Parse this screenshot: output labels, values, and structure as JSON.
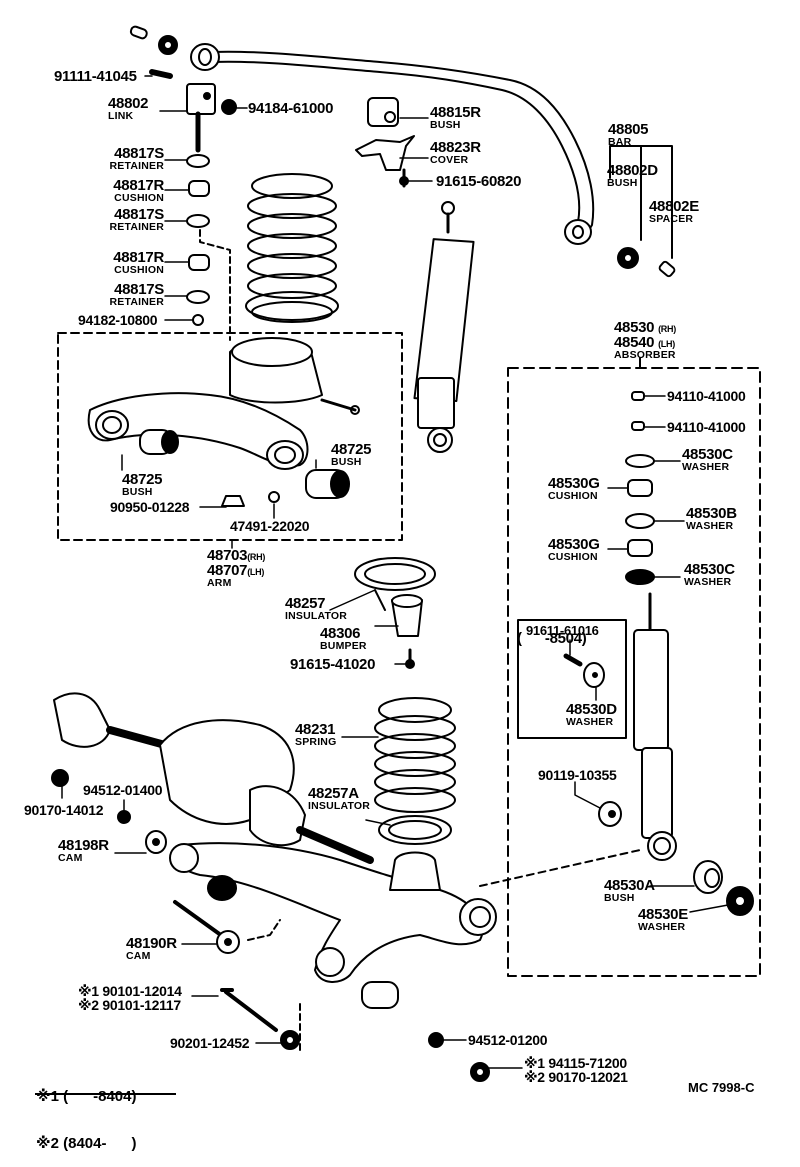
{
  "diagram": {
    "type": "exploded-parts-diagram",
    "subject": "Front suspension / stabilizer / shock absorber",
    "drawing_code": "MC 7998-C",
    "footnotes": [
      {
        "mark": "※1",
        "range": "(      -8404)"
      },
      {
        "mark": "※2",
        "range": "(8404-      )"
      }
    ],
    "labels": {
      "p91111_41045": {
        "part": "91111-41045"
      },
      "p48802": {
        "part": "48802",
        "name": "LINK"
      },
      "p94184_61000": {
        "part": "94184-61000"
      },
      "p48817S_a": {
        "part": "48817S",
        "name": "RETAINER"
      },
      "p48817R_a": {
        "part": "48817R",
        "name": "CUSHION"
      },
      "p48817S_b": {
        "part": "48817S",
        "name": "RETAINER"
      },
      "p48817R_b": {
        "part": "48817R",
        "name": "CUSHION"
      },
      "p48817S_c": {
        "part": "48817S",
        "name": "RETAINER"
      },
      "p94182_10800": {
        "part": "94182-10800"
      },
      "p48815R": {
        "part": "48815R",
        "name": "BUSH"
      },
      "p48823R": {
        "part": "48823R",
        "name": "COVER"
      },
      "p91615_60820": {
        "part": "91615-60820"
      },
      "p48805": {
        "part": "48805",
        "name": "BAR"
      },
      "p48802D": {
        "part": "48802D",
        "name": "BUSH"
      },
      "p48802E": {
        "part": "48802E",
        "name": "SPACER"
      },
      "p48530": {
        "part_rh": "48530",
        "suffix_rh": "(RH)",
        "part_lh": "48540",
        "suffix_lh": "(LH)",
        "name": "ABSORBER"
      },
      "p94110_41000_a": {
        "part": "94110-41000"
      },
      "p94110_41000_b": {
        "part": "94110-41000"
      },
      "p48530C_a": {
        "part": "48530C",
        "name": "WASHER"
      },
      "p48530G_a": {
        "part": "48530G",
        "name": "CUSHION"
      },
      "p48530B": {
        "part": "48530B",
        "name": "WASHER"
      },
      "p48530G_b": {
        "part": "48530G",
        "name": "CUSHION"
      },
      "p48530C_b": {
        "part": "48530C",
        "name": "WASHER"
      },
      "p8504": {
        "range": "(      -8504)"
      },
      "p91611_61016": {
        "part": "91611-61016"
      },
      "p48530D": {
        "part": "48530D",
        "name": "WASHER"
      },
      "p90119_10355": {
        "part": "90119-10355"
      },
      "p48530A": {
        "part": "48530A",
        "name": "BUSH"
      },
      "p48530E": {
        "part": "48530E",
        "name": "WASHER"
      },
      "p48725_a": {
        "part": "48725",
        "name": "BUSH"
      },
      "p48725_b": {
        "part": "48725",
        "name": "BUSH"
      },
      "p90950_01228": {
        "part": "90950-01228"
      },
      "p47491_22020": {
        "part": "47491-22020"
      },
      "p48703": {
        "part_rh": "48703",
        "suffix_rh": "(RH)",
        "part_lh": "48707",
        "suffix_lh": "(LH)",
        "name": "ARM"
      },
      "p48257": {
        "part": "48257",
        "name": "INSULATOR"
      },
      "p48306": {
        "part": "48306",
        "name": "BUMPER"
      },
      "p91615_41020": {
        "part": "91615-41020"
      },
      "p48231": {
        "part": "48231",
        "name": "SPRING"
      },
      "p48257A": {
        "part": "48257A",
        "name": "INSULATOR"
      },
      "p94512_01400": {
        "part": "94512-01400"
      },
      "p90170_14012": {
        "part": "90170-14012"
      },
      "p48198R": {
        "part": "48198R",
        "name": "CAM"
      },
      "p48190R": {
        "part": "48190R",
        "name": "CAM"
      },
      "p90101": {
        "mark1": "※1",
        "part1": "90101-12014",
        "mark2": "※2",
        "part2": "90101-12117"
      },
      "p90201_12452": {
        "part": "90201-12452"
      },
      "p94512_01200": {
        "part": "94512-01200"
      },
      "p94115": {
        "mark1": "※1",
        "part1": "94115-71200",
        "mark2": "※2",
        "part2": "90170-12021"
      }
    }
  }
}
